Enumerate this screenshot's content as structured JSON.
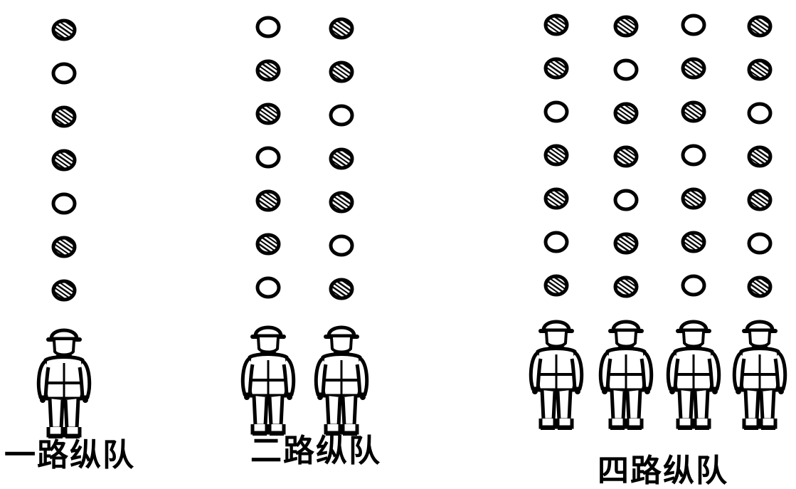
{
  "formations": [
    {
      "id": "single-file",
      "caption": "一路纵队",
      "columns": 1,
      "rows": 7
    },
    {
      "id": "double-file",
      "caption": "二路纵队",
      "columns": 2,
      "rows": 7
    },
    {
      "id": "four-file",
      "caption": "四路纵队",
      "columns": 4,
      "rows": 7
    }
  ],
  "colors": {
    "ink": "#000000",
    "background": "#ffffff"
  }
}
